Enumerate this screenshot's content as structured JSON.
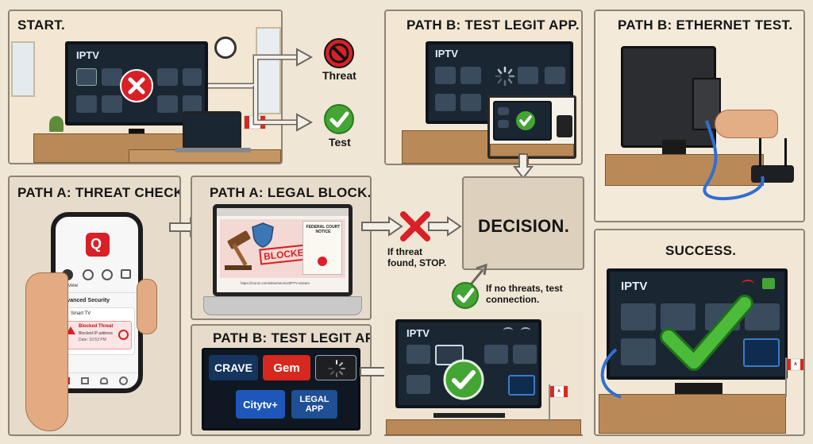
{
  "panels": {
    "start": {
      "title": "START."
    },
    "threat_check": {
      "title": "PATH A: THREAT CHECK."
    },
    "legal_block": {
      "title": "PATH A: LEGAL BLOCK."
    },
    "test_legit_top": {
      "title": "PATH B: TEST LEGIT APP."
    },
    "ethernet": {
      "title": "PATH B: ETHERNET TEST."
    },
    "test_legit_bottom": {
      "title": "PATH B: TEST LEGIT APP."
    },
    "decision": {
      "title": "DECISION."
    },
    "success": {
      "title": "SUCCESS."
    }
  },
  "tv_brand": "IPTV",
  "branches": {
    "threat": "Threat",
    "test": "Test"
  },
  "decision_notes": {
    "threat_found": "If threat found, STOP.",
    "no_threats": "If no threats, test connection."
  },
  "phone": {
    "overview": "Overview",
    "advanced_security": "Advanced Security",
    "device": "Smart TV",
    "blocked_title": "Blocked Threat",
    "blocked_detail": "Blocked IP address",
    "blocked_time": "Date: 10:53 PM"
  },
  "legal": {
    "blocked_stamp": "BLOCKED",
    "notice_title": "FEDERAL COURT NOTICE",
    "url": "https://iconic.com/sites/service/IPTV-stream"
  },
  "apps": [
    {
      "label": "CRAVE",
      "color": "#15345e"
    },
    {
      "label": "Gem",
      "color": "#d6281f"
    },
    {
      "label": "",
      "color": "#1d1f23"
    },
    {
      "label": "Citytv+",
      "color": "#1e57b8"
    },
    {
      "label": "LEGAL APP",
      "color": "#1f4f95"
    }
  ],
  "colors": {
    "threat": "#d92027",
    "ok": "#43a533",
    "panel": "#e7dccb"
  }
}
